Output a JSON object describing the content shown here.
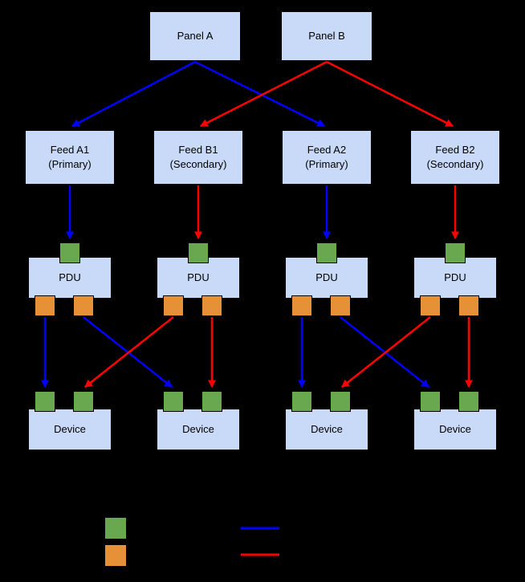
{
  "colors": {
    "background": "#000000",
    "box_fill": "#c9daf8",
    "box_border": "#000000",
    "text": "#000000",
    "input_port": "#6aa84f",
    "output_port": "#e69138",
    "primary_path": "#0000ff",
    "secondary_path": "#ff0000"
  },
  "panels": [
    {
      "label": "Panel A"
    },
    {
      "label": "Panel B"
    }
  ],
  "feeds": [
    {
      "line1": "Feed A1",
      "line2": "(Primary)"
    },
    {
      "line1": "Feed B1",
      "line2": "(Secondary)"
    },
    {
      "line1": "Feed A2",
      "line2": "(Primary)"
    },
    {
      "line1": "Feed B2",
      "line2": "(Secondary)"
    }
  ],
  "pdus": [
    {
      "label": "PDU"
    },
    {
      "label": "PDU"
    },
    {
      "label": "PDU"
    },
    {
      "label": "PDU"
    }
  ],
  "devices": [
    {
      "label": "Device"
    },
    {
      "label": "Device"
    },
    {
      "label": "Device"
    },
    {
      "label": "Device"
    }
  ],
  "legend": {
    "items": [
      {
        "kind": "swatch",
        "name": "green-square",
        "color": "#6aa84f"
      },
      {
        "kind": "swatch",
        "name": "orange-square",
        "color": "#e69138"
      },
      {
        "kind": "line",
        "name": "blue-line",
        "color": "#0000ff"
      },
      {
        "kind": "line",
        "name": "red-line",
        "color": "#ff0000"
      }
    ]
  },
  "connections": [
    {
      "from": "Panel A",
      "to": "Feed A1",
      "path": "primary-blue"
    },
    {
      "from": "Panel A",
      "to": "Feed A2",
      "path": "primary-blue"
    },
    {
      "from": "Panel B",
      "to": "Feed B1",
      "path": "secondary-red"
    },
    {
      "from": "Panel B",
      "to": "Feed B2",
      "path": "secondary-red"
    },
    {
      "from": "Feed A1",
      "to": "PDU 1 input",
      "path": "primary-blue"
    },
    {
      "from": "Feed B1",
      "to": "PDU 2 input",
      "path": "secondary-red"
    },
    {
      "from": "Feed A2",
      "to": "PDU 3 input",
      "path": "primary-blue"
    },
    {
      "from": "Feed B2",
      "to": "PDU 4 input",
      "path": "secondary-red"
    },
    {
      "from": "PDU 1 out-left",
      "to": "Device 1 port-left",
      "path": "primary-blue"
    },
    {
      "from": "PDU 1 out-right",
      "to": "Device 2 port-left",
      "path": "primary-blue"
    },
    {
      "from": "PDU 2 out-left",
      "to": "Device 1 port-right",
      "path": "secondary-red"
    },
    {
      "from": "PDU 2 out-right",
      "to": "Device 2 port-right",
      "path": "secondary-red"
    },
    {
      "from": "PDU 3 out-left",
      "to": "Device 3 port-left",
      "path": "primary-blue"
    },
    {
      "from": "PDU 3 out-right",
      "to": "Device 4 port-left",
      "path": "primary-blue"
    },
    {
      "from": "PDU 4 out-left",
      "to": "Device 3 port-right",
      "path": "secondary-red"
    },
    {
      "from": "PDU 4 out-right",
      "to": "Device 4 port-right",
      "path": "secondary-red"
    }
  ]
}
